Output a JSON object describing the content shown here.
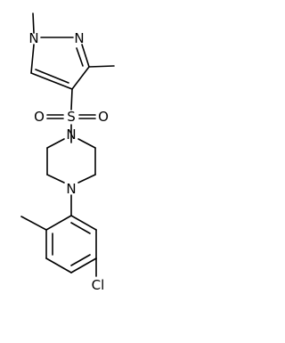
{
  "molecule": {
    "atoms": {
      "n1": "N",
      "n2": "N",
      "s": "S",
      "o1": "O",
      "o2": "O",
      "n3": "N",
      "n4": "N",
      "cl": "Cl"
    }
  }
}
